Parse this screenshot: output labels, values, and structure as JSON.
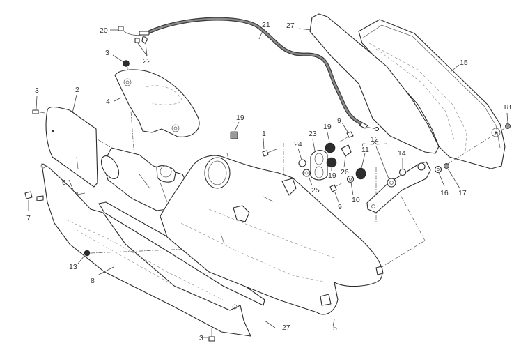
{
  "diagram": {
    "title": "Exploded view – exhaust silencer, heat shields and mounting hardware",
    "callouts": [
      {
        "id": "c20",
        "label": "20",
        "part": "hose-end-fitting"
      },
      {
        "id": "c21",
        "label": "21",
        "part": "hose"
      },
      {
        "id": "c22",
        "label": "22",
        "part": "hose-clips"
      },
      {
        "id": "c3a",
        "label": "3",
        "part": "nut-upper"
      },
      {
        "id": "c3b",
        "label": "3",
        "part": "screw-left"
      },
      {
        "id": "c3c",
        "label": "3",
        "part": "screw-bottom"
      },
      {
        "id": "c2",
        "label": "2",
        "part": "side-heat-shield"
      },
      {
        "id": "c4",
        "label": "4",
        "part": "collector-heat-shield"
      },
      {
        "id": "c6",
        "label": "6",
        "part": "screw"
      },
      {
        "id": "c7",
        "label": "7",
        "part": "spring-clip"
      },
      {
        "id": "c13",
        "label": "13",
        "part": "nut"
      },
      {
        "id": "c8",
        "label": "8",
        "part": "lower-heat-shield"
      },
      {
        "id": "c19a",
        "label": "19",
        "part": "rubber-damper-top"
      },
      {
        "id": "c1",
        "label": "1",
        "part": "screw"
      },
      {
        "id": "c24",
        "label": "24",
        "part": "spacer"
      },
      {
        "id": "c23",
        "label": "23",
        "part": "bracket"
      },
      {
        "id": "c19b",
        "label": "19",
        "part": "rubber-damper-upper"
      },
      {
        "id": "c19c",
        "label": "19",
        "part": "rubber-damper-lower"
      },
      {
        "id": "c9a",
        "label": "9",
        "part": "screw-upper"
      },
      {
        "id": "c9b",
        "label": "9",
        "part": "screw-lower"
      },
      {
        "id": "c25",
        "label": "25",
        "part": "washer"
      },
      {
        "id": "c26",
        "label": "26",
        "part": "cap"
      },
      {
        "id": "c10",
        "label": "10",
        "part": "washer"
      },
      {
        "id": "c11",
        "label": "11",
        "part": "rubber-bush"
      },
      {
        "id": "c12",
        "label": "12",
        "part": "silencer-bracket-assembly"
      },
      {
        "id": "c14",
        "label": "14",
        "part": "bush"
      },
      {
        "id": "c16",
        "label": "16",
        "part": "washer"
      },
      {
        "id": "c17",
        "label": "17",
        "part": "nut"
      },
      {
        "id": "c18",
        "label": "18",
        "part": "nut"
      },
      {
        "id": "c15",
        "label": "15",
        "part": "silencer-cover"
      },
      {
        "id": "c27a",
        "label": "27",
        "part": "insulation-pad-upper"
      },
      {
        "id": "c27b",
        "label": "27",
        "part": "insulation-strip-lower"
      },
      {
        "id": "c5",
        "label": "5",
        "part": "silencer"
      }
    ]
  }
}
